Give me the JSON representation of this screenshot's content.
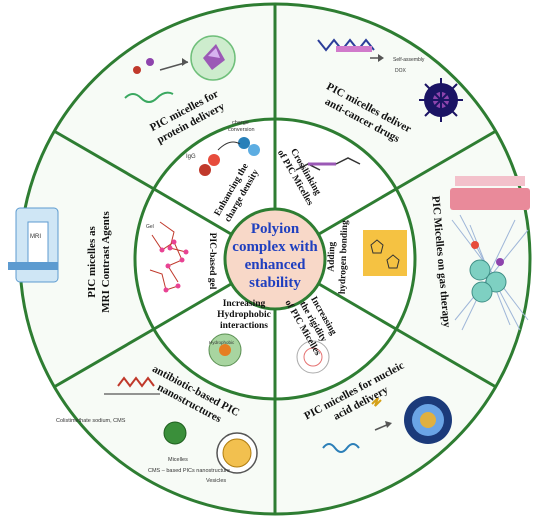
{
  "center": {
    "line1": "Polyion",
    "line2": "complex with",
    "line3": "enhanced",
    "line4": "stability"
  },
  "inner_ring": {
    "charge_density": [
      "Enhancing the",
      "charge density"
    ],
    "crosslinking": [
      "Crosslinking",
      "of PIC Micelles"
    ],
    "hydrogen_bonding": [
      "Adding",
      "hydrogen bonding"
    ],
    "rigidity": [
      "Increasing",
      "the rigidity",
      "of PIC Micelles"
    ],
    "hydrophobic": [
      "Increasing",
      "Hydrophobic",
      "interactions"
    ],
    "gel": [
      "PIC-based gel"
    ]
  },
  "outer_ring": {
    "protein_delivery": [
      "PIC micelles for",
      "protein delivery"
    ],
    "anticancer": [
      "PIC micelles deliver",
      "anti-cancer drugs"
    ],
    "gas_therapy": [
      "PIC Micelles on gas therapy"
    ],
    "nucleic_acid": [
      "PIC micelles for nucleic",
      "acid delivery"
    ],
    "antibiotic": [
      "antibiotic-based PIC",
      "nanostructures"
    ],
    "mri": [
      "PIC micelles as",
      "MRI Contrast Agents"
    ]
  },
  "small_labels": {
    "igg": "IgG",
    "charge_conversion": [
      "charge",
      "conversion"
    ],
    "self_assembly": "Self-assembly",
    "dox": "DOX",
    "mri_device": "MRI",
    "gel_tag": "Gel",
    "hydrophobic_tag": "Hydrophobic",
    "colistimethate": "Colistimethate sodium, CMS",
    "micelles": "Micelles",
    "vesicles": "Vesicles",
    "cms_based": "CMS – based PICs nanostructure"
  },
  "colors": {
    "ring_stroke": "#2e7d32",
    "outer_fill": "#f7fbf6",
    "inner_fill": "#ffffff",
    "center_fill": "#f8d8c8",
    "center_text": "#1f3fbf"
  }
}
